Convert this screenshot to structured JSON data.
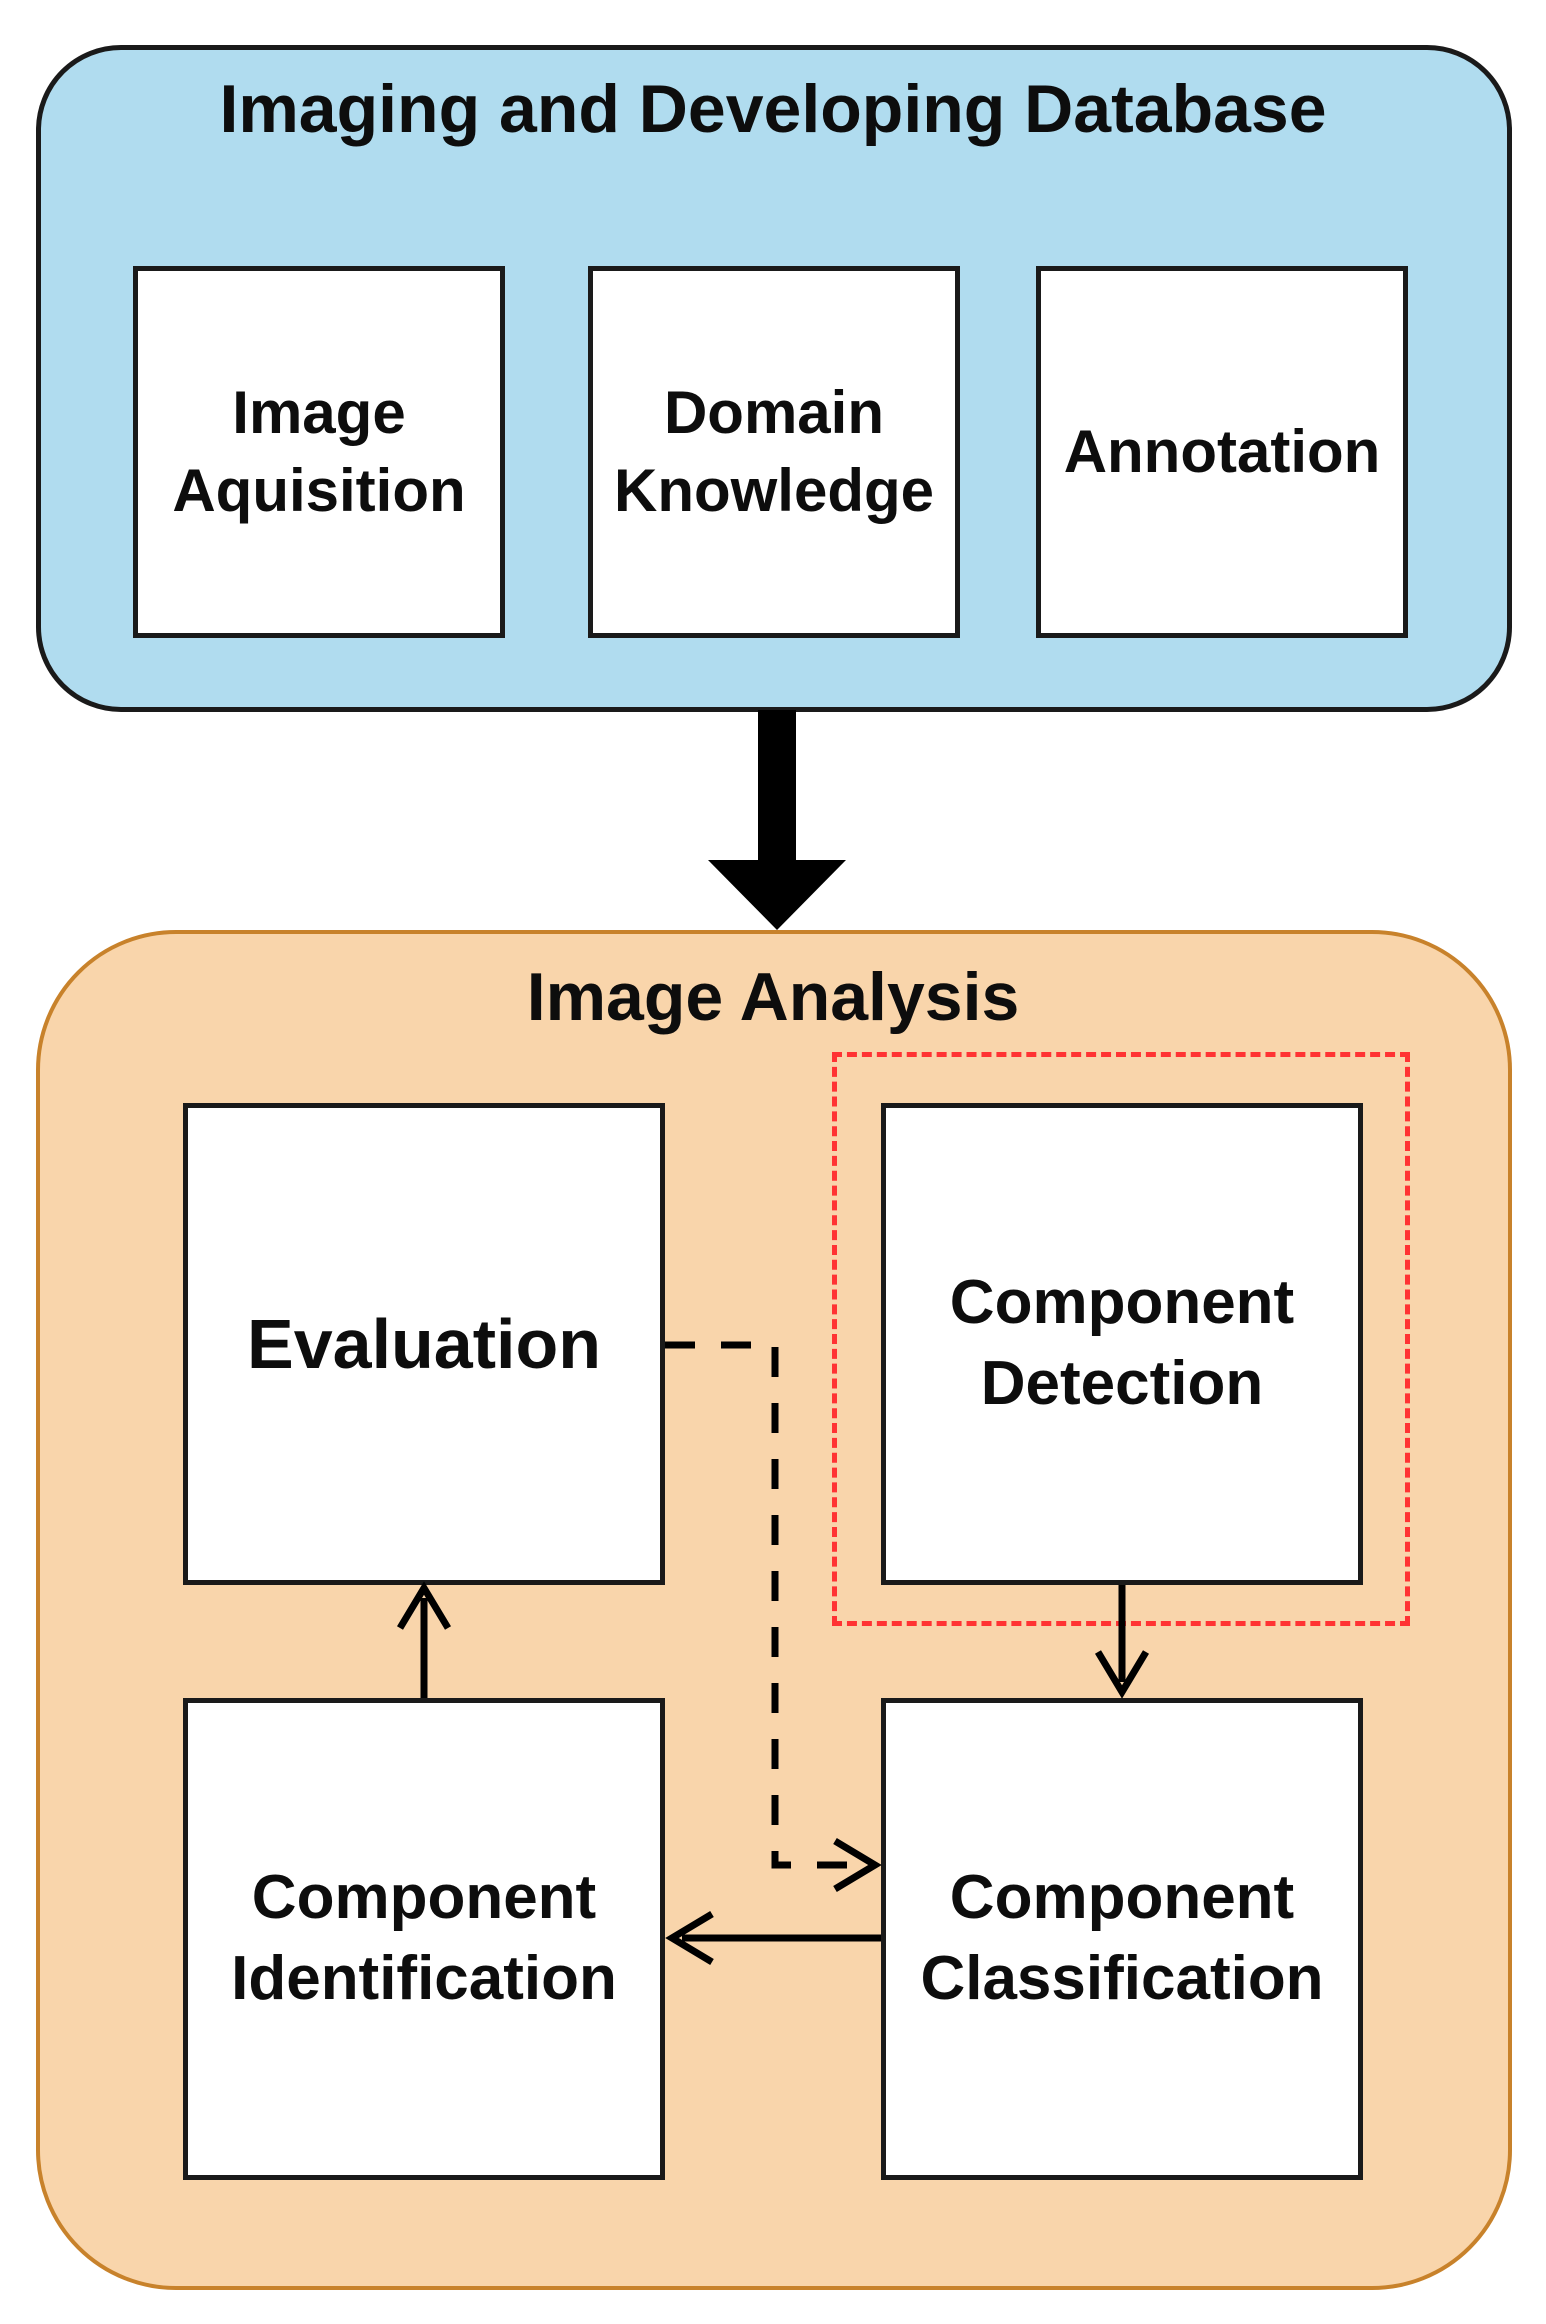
{
  "colors": {
    "database_fill": "#b0dcef",
    "analysis_fill": "#f9d5ab",
    "analysis_border": "#c8822b",
    "highlight_border": "#ff3333",
    "line": "#000000"
  },
  "database": {
    "title": "Imaging and Developing Database",
    "items": [
      {
        "label": "Image\nAquisition"
      },
      {
        "label": "Domain\nKnowledge"
      },
      {
        "label": "Annotation"
      }
    ]
  },
  "analysis": {
    "title": "Image Analysis",
    "evaluation": "Evaluation",
    "detection": "Component\nDetection",
    "identification": "Component\nIdentification",
    "classification": "Component\nClassification"
  }
}
